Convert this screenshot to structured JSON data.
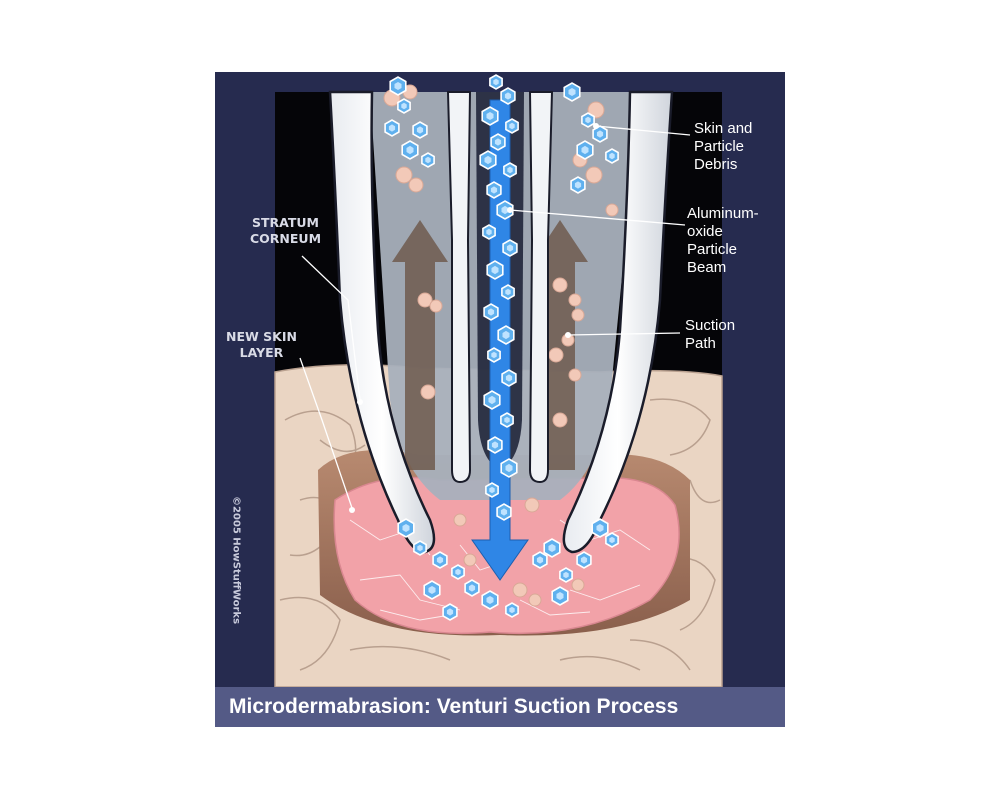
{
  "labels": {
    "skin_debris": "Skin and\nParticle\nDebris",
    "aluminum_beam": "Aluminum-\noxide\nParticle\nBeam",
    "suction_path": "Suction\nPath",
    "stratum_corneum": "STRATUM\nCORNEUM",
    "new_skin_layer": "NEW SKIN\nLAYER"
  },
  "caption": "Microdermabrasion: Venturi Suction Process",
  "copyright": "©2005 HowStuffWorks",
  "colors": {
    "frame": "#262b4f",
    "background": "#050508",
    "skin": "#ead5c3",
    "new_skin": "#f2a2a8",
    "wand_interior": "#a8b0bc",
    "particle": "#5fb0ee",
    "beam_arrow": "#2f86e6",
    "suction_arrow": "#6e5a4e",
    "caption_bar": "#545a86"
  }
}
